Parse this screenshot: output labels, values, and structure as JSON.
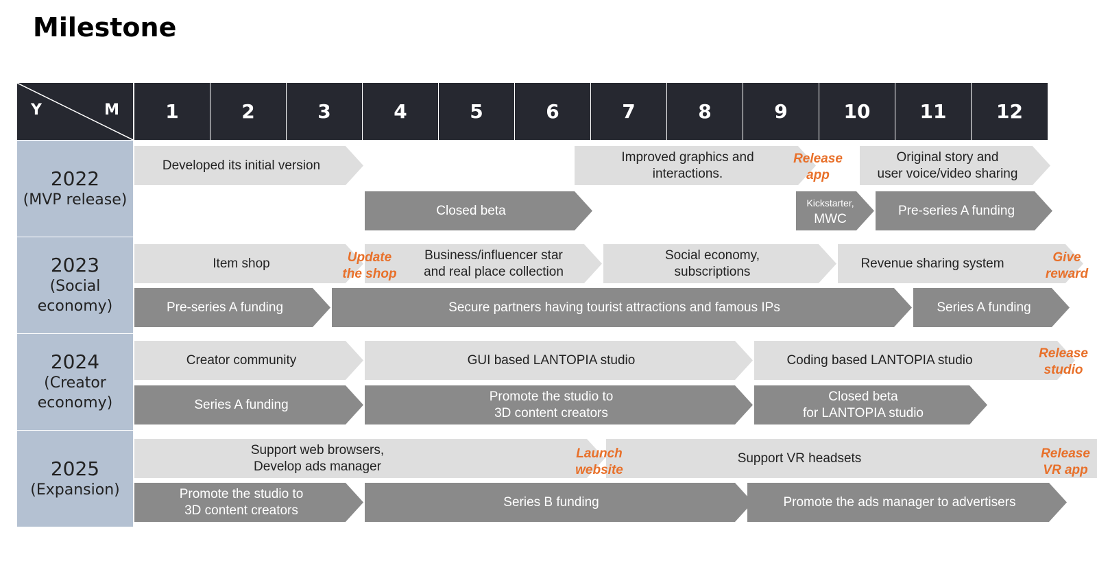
{
  "title": "Milestone",
  "header": {
    "y_label": "Y",
    "m_label": "M",
    "months": [
      "1",
      "2",
      "3",
      "4",
      "5",
      "6",
      "7",
      "8",
      "9",
      "10",
      "11",
      "12"
    ]
  },
  "years": [
    {
      "label": "2022",
      "sub": "(MVP release)"
    },
    {
      "label": "2023",
      "sub": "(Social\neconomy)"
    },
    {
      "label": "2024",
      "sub": "(Creator\neconomy)"
    },
    {
      "label": "2025",
      "sub": "(Expansion)"
    }
  ],
  "bars": {
    "b2022_initial": "Developed its initial version",
    "b2022_graphics": "Improved graphics and\ninteractions.",
    "b2022_story": "Original story and\nuser voice/video sharing",
    "b2022_closed_beta": "Closed beta",
    "b2022_kick_small": "Kickstarter,",
    "b2022_kick_large": "MWC",
    "b2022_preseries": "Pre-series A funding",
    "b2023_item_shop": "Item shop",
    "b2023_business": "Business/influencer star\nand real place collection",
    "b2023_social": "Social economy,\nsubscriptions",
    "b2023_revenue": "Revenue sharing system",
    "b2023_preseries": "Pre-series A funding",
    "b2023_partners": "Secure partners having tourist attractions and famous IPs",
    "b2023_series_a": "Series A funding",
    "b2024_creator": "Creator community",
    "b2024_gui": "GUI based LANTOPIA studio",
    "b2024_coding": "Coding based LANTOPIA studio",
    "b2024_series_a": "Series A funding",
    "b2024_promote": "Promote the studio to\n3D content creators",
    "b2024_closed_beta": "Closed beta\nfor LANTOPIA studio",
    "b2025_web": "Support web browsers,\nDevelop ads manager",
    "b2025_vr": "Support VR headsets",
    "b2025_promote_studio": "Promote the studio to\n3D content creators",
    "b2025_series_b": "Series B funding",
    "b2025_promote_ads": "Promote the ads manager to advertisers"
  },
  "notes": {
    "release_app": "Release\napp",
    "update_shop": "Update\nthe shop",
    "give_reward": "Give\nreward",
    "release_studio": "Release\nstudio",
    "launch_website": "Launch\nwebsite",
    "release_vr_app": "Release\nVR app"
  },
  "colors": {
    "header": "#262830",
    "year_cell": "#b4c1d2",
    "light_bar": "#dedede",
    "dark_bar": "#8a8a8a",
    "accent": "#e8702a"
  }
}
